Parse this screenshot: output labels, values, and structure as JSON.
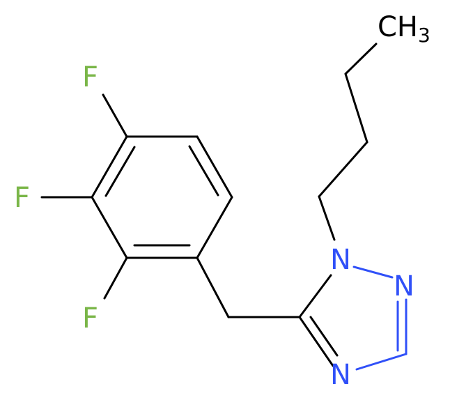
{
  "molecule": {
    "atoms": {
      "ch3": {
        "main": "CH",
        "sub": "3"
      },
      "n1": "N",
      "n2": "N",
      "n4": "N",
      "f_top": "F",
      "f_mid": "F",
      "f_bot": "F"
    },
    "colors": {
      "carbon": "#000000",
      "nitrogen": "#3050F8",
      "fluorine": "#7AB648"
    }
  }
}
